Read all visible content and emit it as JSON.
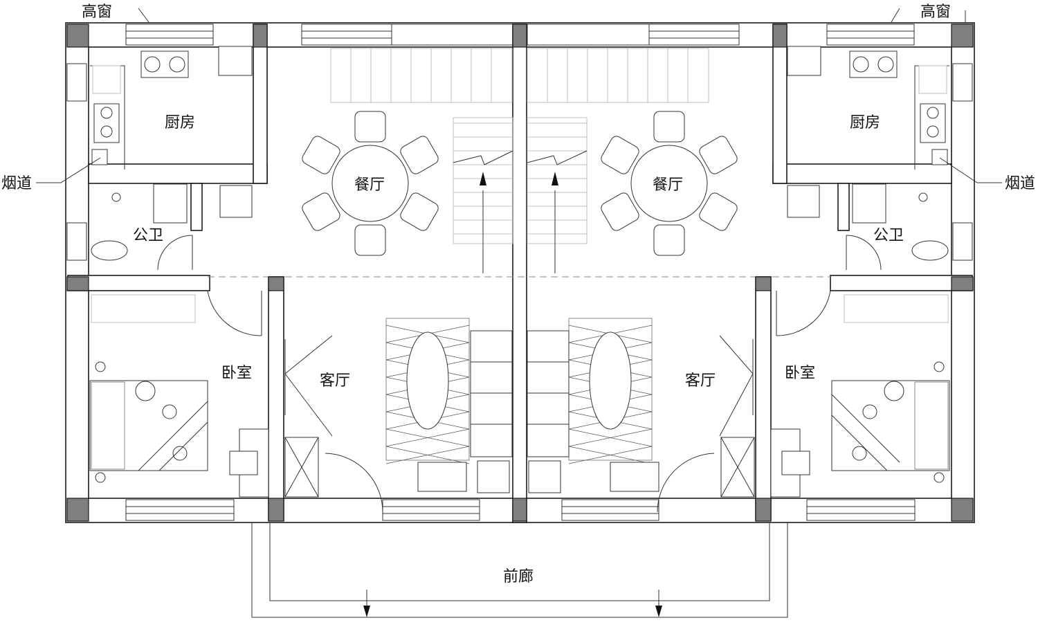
{
  "labels": {
    "kitchen": "厨房",
    "dining": "餐厅",
    "bath": "公卫",
    "bedroom": "卧室",
    "living": "客厅",
    "porch": "前廊",
    "high_window": "高窗",
    "flue": "烟道"
  }
}
